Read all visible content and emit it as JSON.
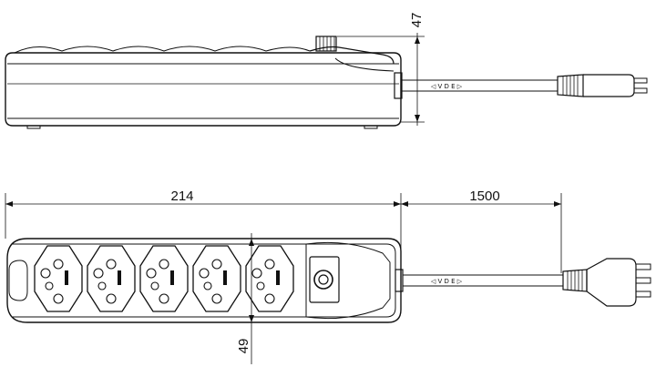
{
  "dimensions": {
    "height_side": "47",
    "length_body": "214",
    "length_cable": "1500",
    "width_body": "49"
  },
  "cable_marking_top": "◁ V D E ▷",
  "cable_marking_bottom": "◁ V D E ▷",
  "socket_count": 5
}
